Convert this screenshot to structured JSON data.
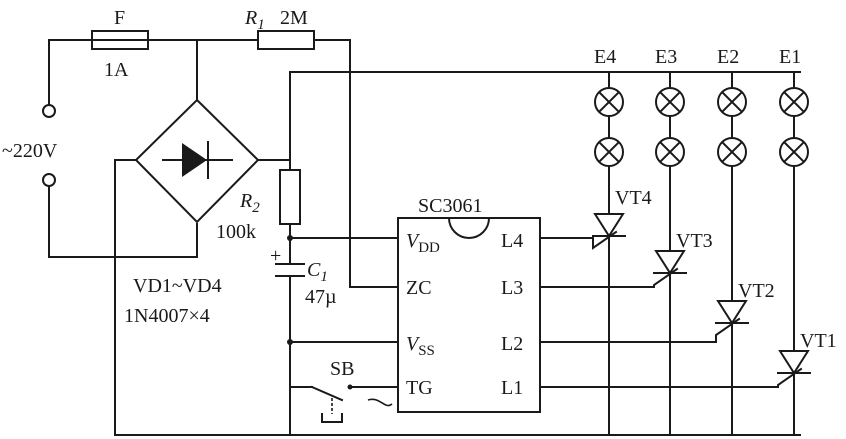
{
  "fuse": {
    "name": "F",
    "rating": "1A"
  },
  "r1": {
    "symbol": "R",
    "sub": "1",
    "value": "2M"
  },
  "r2": {
    "symbol": "R",
    "sub": "2",
    "value": "100k"
  },
  "c1": {
    "symbol": "C",
    "sub": "1",
    "value": "47µ",
    "plus": "+"
  },
  "mains": {
    "label": "~220V"
  },
  "bridge": {
    "diodes": "VD1~VD4",
    "part": "1N4007×4"
  },
  "ic": {
    "name": "SC3061",
    "pins_left": [
      {
        "main": "V",
        "sub": "DD"
      },
      {
        "main": "ZC",
        "sub": ""
      },
      {
        "main": "V",
        "sub": "SS"
      },
      {
        "main": "TG",
        "sub": ""
      }
    ],
    "pins_right": [
      "L4",
      "L3",
      "L2",
      "L1"
    ]
  },
  "switch": {
    "label": "SB"
  },
  "lamps": [
    "E4",
    "E3",
    "E2",
    "E1"
  ],
  "thyristors": [
    "VT4",
    "VT3",
    "VT2",
    "VT1"
  ]
}
